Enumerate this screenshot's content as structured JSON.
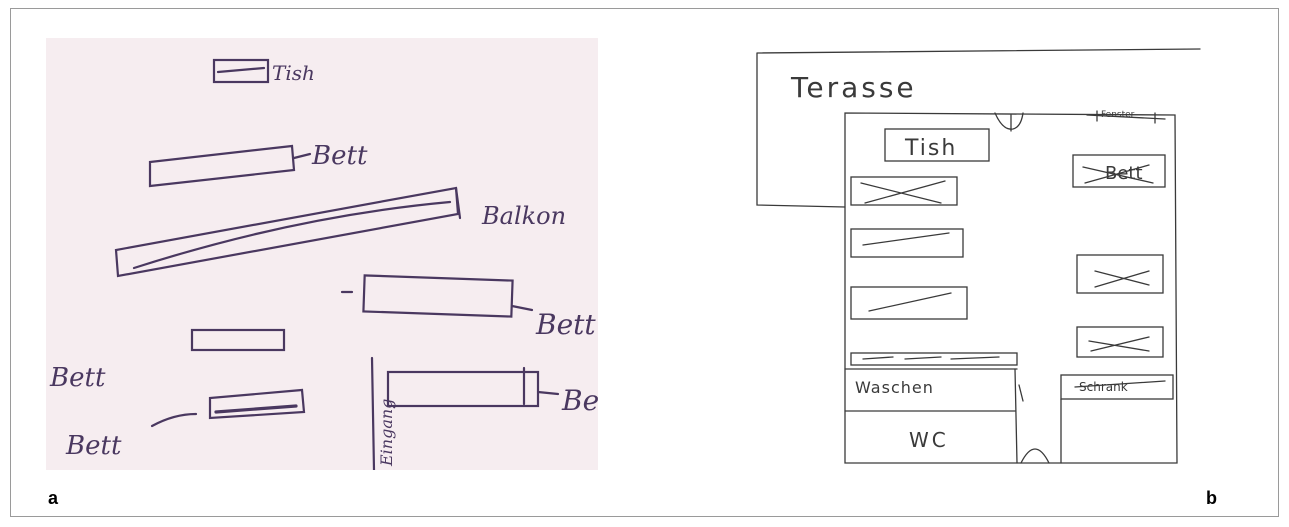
{
  "captions": {
    "a": "a",
    "b": "b"
  },
  "sketch_a": {
    "labels": {
      "tisch": "Tish",
      "bett_top": "Bett",
      "balkon": "Balkon",
      "bett_mid": "Bett",
      "bett_left": "Bett",
      "bett_left2": "Bett",
      "bett_right": "Bett",
      "eingang": "Eingang"
    }
  },
  "sketch_b": {
    "labels": {
      "terasse": "Terasse",
      "fenster": "Fenster",
      "tisch": "Tish",
      "bett": "Bett",
      "waschen": "Waschen",
      "wc": "WC",
      "schrank": "Schrank"
    }
  },
  "colors": {
    "paper_a": "#f6edf0",
    "ink_a": "#4a3860",
    "ink_b": "#3a3a3a"
  }
}
